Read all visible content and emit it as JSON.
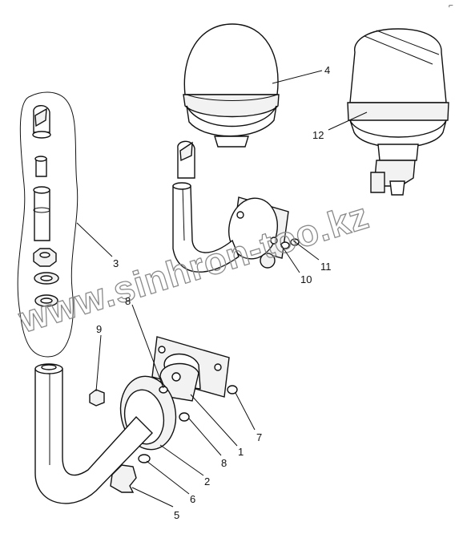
{
  "corner_mark": "⌐",
  "watermark": "www.sinhron-too.kz",
  "callouts": [
    {
      "id": "c1",
      "text": "1"
    },
    {
      "id": "c2",
      "text": "2"
    },
    {
      "id": "c3",
      "text": "3"
    },
    {
      "id": "c4",
      "text": "4"
    },
    {
      "id": "c5",
      "text": "5"
    },
    {
      "id": "c6",
      "text": "6"
    },
    {
      "id": "c7",
      "text": "7"
    },
    {
      "id": "c8a",
      "text": "8"
    },
    {
      "id": "c8b",
      "text": "8"
    },
    {
      "id": "c9",
      "text": "9"
    },
    {
      "id": "c10",
      "text": "10"
    },
    {
      "id": "c11",
      "text": "11"
    },
    {
      "id": "c12",
      "text": "12"
    }
  ]
}
